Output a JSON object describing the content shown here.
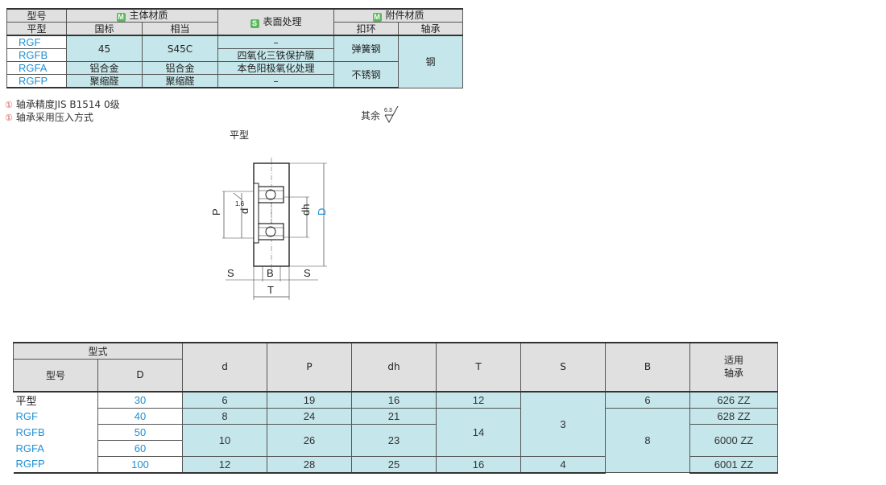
{
  "material_table": {
    "h_type": "型号",
    "h_body": "主体材质",
    "h_surface": "表面处理",
    "h_accessory": "附件材质",
    "badge_m": "M",
    "badge_s": "S",
    "h_flat": "平型",
    "h_gb": "国标",
    "h_equiv": "相当",
    "h_ring": "扣环",
    "h_bearing": "轴承",
    "codes": [
      "RGF",
      "RGFB",
      "RGFA",
      "RGFP"
    ],
    "gb_45": "45",
    "eq_s45c": "S45C",
    "surf_dash1": "–",
    "surf_black": "四氧化三铁保护膜",
    "surf_anod": "本色阳极氧化处理",
    "surf_dash2": "–",
    "ring_spring": "弹簧钢",
    "ring_stainless": "不锈钢",
    "bearing_steel": "钢",
    "gb_al": "铝合金",
    "eq_al": "铝合金",
    "gb_pom": "聚缩醛",
    "eq_pom": "聚缩醛"
  },
  "notes": {
    "mark": "①",
    "note1": "轴承精度JIS B1514 0级",
    "note2": "轴承采用压入方式",
    "roughness_label": "其余",
    "roughness_value": "6.3"
  },
  "drawing": {
    "title": "平型",
    "label_P": "P",
    "label_d": "d",
    "label_dh": "dh",
    "label_D": "D",
    "label_S_left": "S",
    "label_B": "B",
    "label_S_right": "S",
    "label_T": "T",
    "label_chamfer": "1.6"
  },
  "dim_table": {
    "h_model": "型式",
    "h_type": "型号",
    "h_D": "D",
    "h_d": "d",
    "h_P": "P",
    "h_dh": "dh",
    "h_T": "T",
    "h_S": "S",
    "h_B": "B",
    "h_bearing_1": "适用",
    "h_bearing_2": "轴承",
    "labels": [
      "平型",
      "RGF",
      "RGFB",
      "RGFA",
      "RGFP"
    ],
    "D": [
      "30",
      "40",
      "50",
      "60",
      "100"
    ],
    "d": [
      "6",
      "8",
      "10",
      "12"
    ],
    "P": [
      "19",
      "24",
      "26",
      "28"
    ],
    "dh": [
      "16",
      "21",
      "23",
      "25"
    ],
    "T": [
      "12",
      "14",
      "16"
    ],
    "S": [
      "3",
      "4"
    ],
    "B": [
      "6",
      "8"
    ],
    "bearing": [
      "626 ZZ",
      "628 ZZ",
      "6000 ZZ",
      "6001 ZZ"
    ]
  }
}
